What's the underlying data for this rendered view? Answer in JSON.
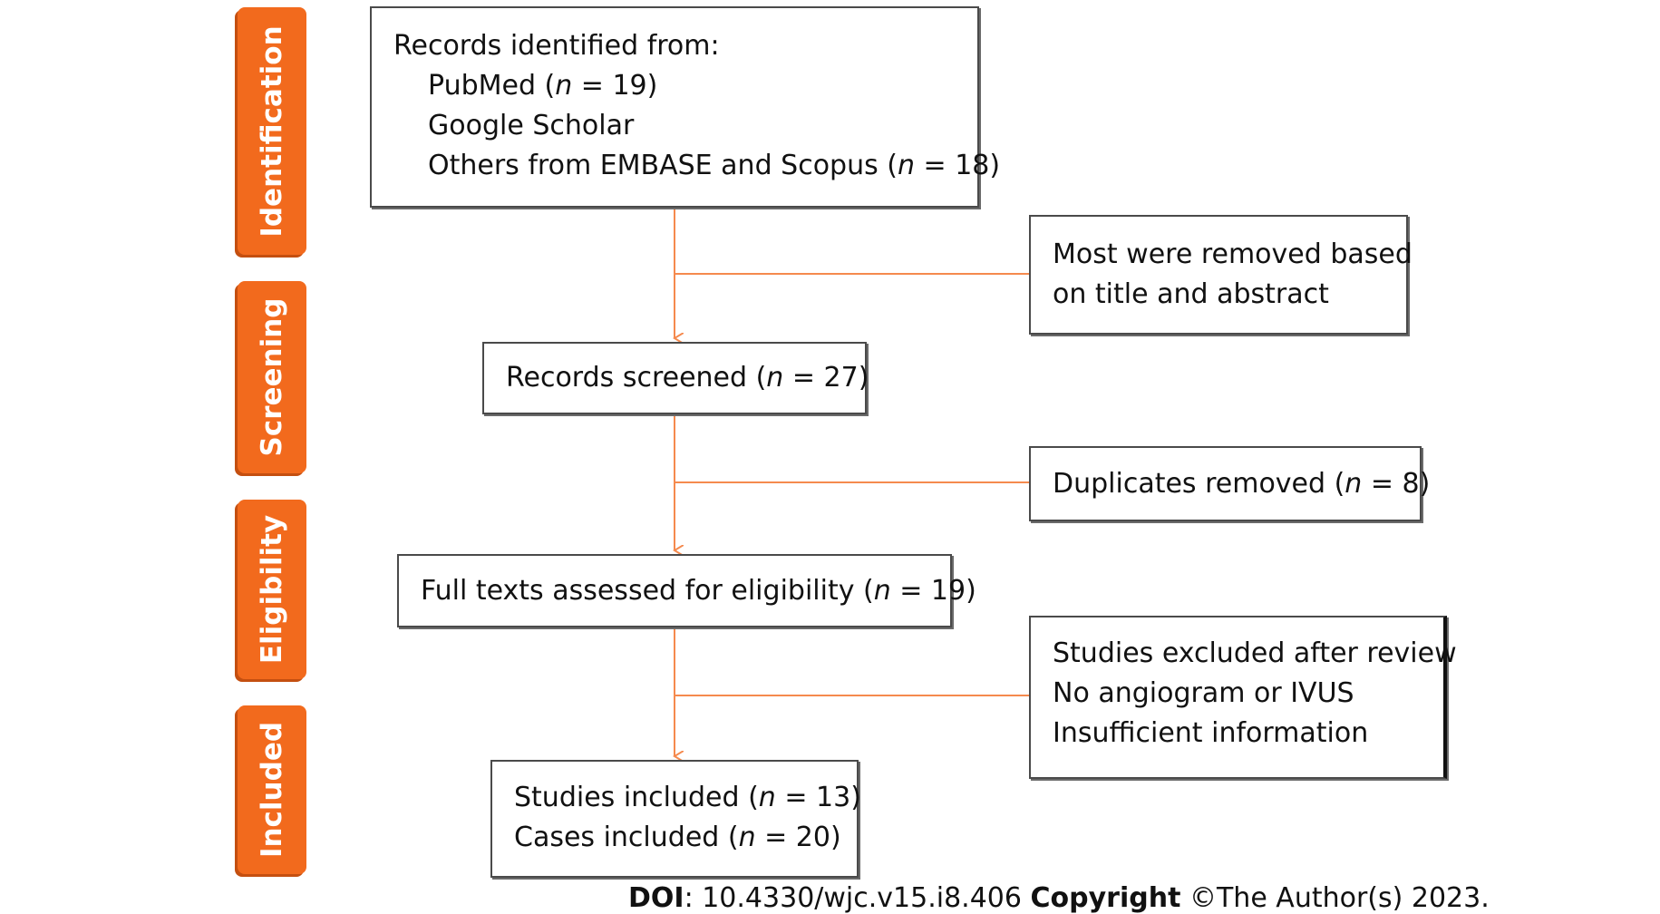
{
  "stages": {
    "identification": "Identification",
    "screening": "Screening",
    "eligibility": "Eligibility",
    "included": "Included"
  },
  "boxes": {
    "records": {
      "heading": "Records identified from:",
      "lines": [
        "PubMed (n = 19)",
        "Google Scholar",
        "Others from EMBASE and Scopus (n = 18)"
      ]
    },
    "removed": {
      "lines": [
        "Most were removed based",
        "on title and abstract"
      ]
    },
    "screened": {
      "text": "Records screened (n = 27)"
    },
    "duplicates": {
      "text": "Duplicates removed (n = 8)"
    },
    "fulltext": {
      "text": "Full texts assessed for eligibility (n = 19)"
    },
    "excluded": {
      "lines": [
        "Studies excluded after review",
        "No angiogram or IVUS",
        "Insufficient information"
      ]
    },
    "included": {
      "lines": [
        "Studies included (n = 13)",
        "Cases included (n = 20)"
      ]
    }
  },
  "footer": {
    "doi_label": "DOI",
    "doi_value": ": 10.4330/wjc.v15.i8.406 ",
    "copyright_label": "Copyright",
    "copyright_value": " ©The Author(s) 2023."
  },
  "colors": {
    "stage_tab": "#f26a1d",
    "connector": "#f58a4e",
    "box_border": "#4a4a4a"
  }
}
